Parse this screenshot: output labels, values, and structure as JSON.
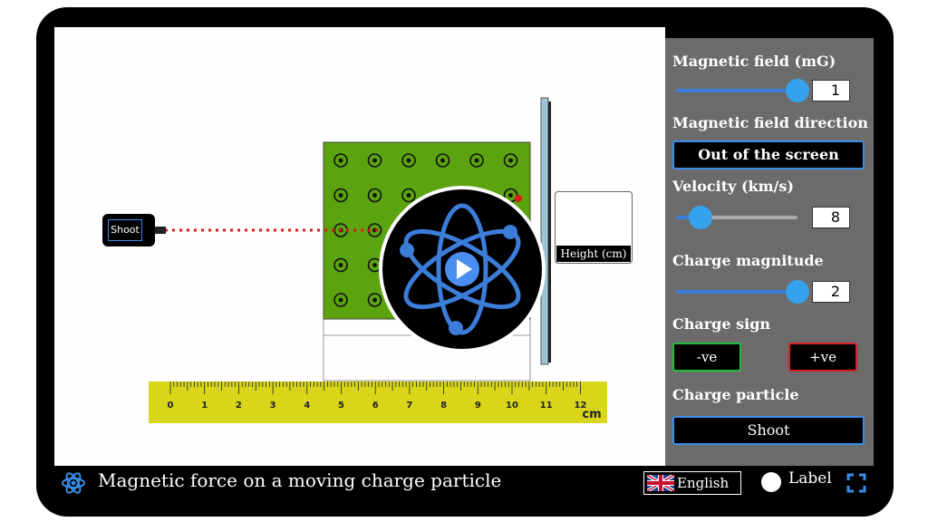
{
  "panel": {
    "magnetic_field_label": "Magnetic field (mG)",
    "magnetic_field_value": "1",
    "magnetic_field_fraction": 1.0,
    "direction_label": "Magnetic field direction",
    "direction_value": "Out of the screen",
    "velocity_label": "Velocity (km/s)",
    "velocity_value": "8",
    "velocity_fraction": 0.2,
    "charge_magnitude_label": "Charge magnitude",
    "charge_magnitude_value": "2",
    "charge_magnitude_fraction": 1.0,
    "charge_sign_label": "Charge sign",
    "negative_label": "-ve",
    "positive_label": "+ve",
    "charge_particle_label": "Charge particle",
    "shoot_label": "Shoot"
  },
  "stage": {
    "shoot_label": "Shoot",
    "height_label": "Height (cm)",
    "ruler_ticks": [
      "0",
      "1",
      "2",
      "3",
      "4",
      "5",
      "6",
      "7",
      "8",
      "9",
      "10",
      "11",
      "12"
    ],
    "ruler_unit": "cm"
  },
  "footer": {
    "title": "Magnetic force on a moving charge particle",
    "language": "English",
    "label_toggle": "Label"
  },
  "colors": {
    "field_green": "#5ba30f",
    "accent_blue": "#3b8ee8",
    "panel_gray": "#6b6b6b",
    "ruler_yellow": "#d8d51a",
    "negative_border": "#1fbf3a",
    "positive_border": "#d8202a"
  }
}
